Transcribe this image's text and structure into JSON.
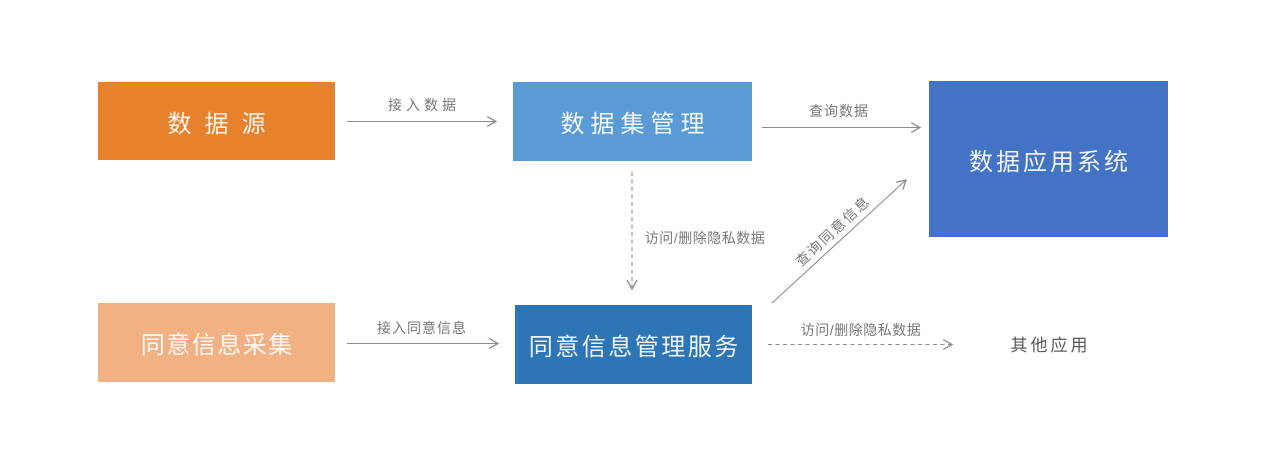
{
  "diagram": {
    "type": "flowchart",
    "background": "#FFFFFF",
    "arrow_color": "#8C8C8C",
    "edge_label_color": "#787878",
    "nodes": [
      {
        "id": "data-source",
        "label": "数据源",
        "fill": "#E8812C",
        "text_color": "#FFFFFF",
        "shape": "rect-solid"
      },
      {
        "id": "dataset-management",
        "label": "数据集管理",
        "fill": "#5B9BD5",
        "text_color": "#FFFFFF",
        "shape": "rect-solid"
      },
      {
        "id": "data-application-system",
        "label": "数据应用系统",
        "fill": "#4472C4",
        "text_color": "#FFFFFF",
        "shape": "rect-solid"
      },
      {
        "id": "consent-info-collection",
        "label": "同意信息采集",
        "fill": "#F2B183",
        "text_color": "#FFFFFF",
        "shape": "rect-solid"
      },
      {
        "id": "consent-info-management-service",
        "label": "同意信息管理服务",
        "fill": "#2E75B6",
        "text_color": "#FFFFFF",
        "shape": "rect-solid"
      },
      {
        "id": "other-applications",
        "label": "其他应用",
        "fill": "#FFFFFF",
        "border_color": "#FFB400",
        "border_style": "dashed",
        "text_color": "#595959",
        "shape": "rect-dashed-outline"
      }
    ],
    "edges": [
      {
        "from": "data-source",
        "to": "dataset-management",
        "label": "接入数据",
        "style": "solid"
      },
      {
        "from": "dataset-management",
        "to": "data-application-system",
        "label": "查询数据",
        "style": "solid"
      },
      {
        "from": "dataset-management",
        "to": "consent-info-management-service",
        "label": "访问/删除隐私数据",
        "style": "dashed"
      },
      {
        "from": "consent-info-collection",
        "to": "consent-info-management-service",
        "label": "接入同意信息",
        "style": "solid"
      },
      {
        "from": "consent-info-management-service",
        "to": "data-application-system",
        "label": "查询同意信息",
        "style": "solid",
        "label_rotated": true
      },
      {
        "from": "consent-info-management-service",
        "to": "other-applications",
        "label": "访问/删除隐私数据",
        "style": "dashed"
      }
    ]
  }
}
